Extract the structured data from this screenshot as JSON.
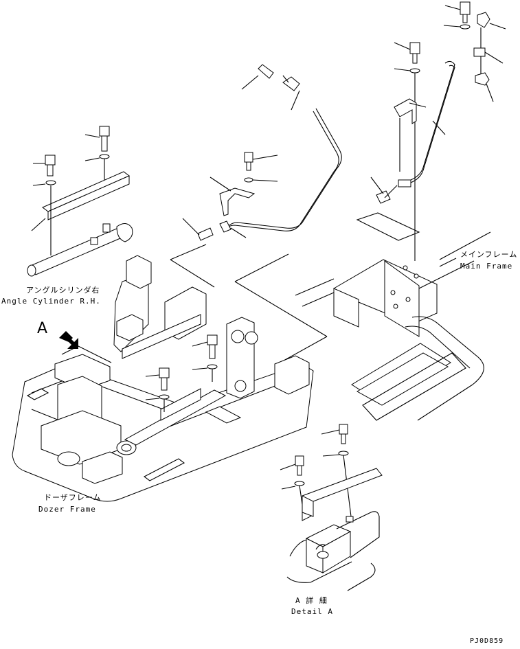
{
  "labels": {
    "angle_cylinder_jp": "アングルシリンダ右",
    "angle_cylinder_en": "Angle Cylinder R.H.",
    "main_frame_jp": "メインフレーム",
    "main_frame_en": "Main Frame",
    "dozer_frame_jp": "ドーザフレーム",
    "dozer_frame_en": "Dozer Frame",
    "detail_jp": "A 詳 細",
    "detail_en": "Detail A",
    "view_marker": "A",
    "drawing_code": "PJ0D859"
  }
}
